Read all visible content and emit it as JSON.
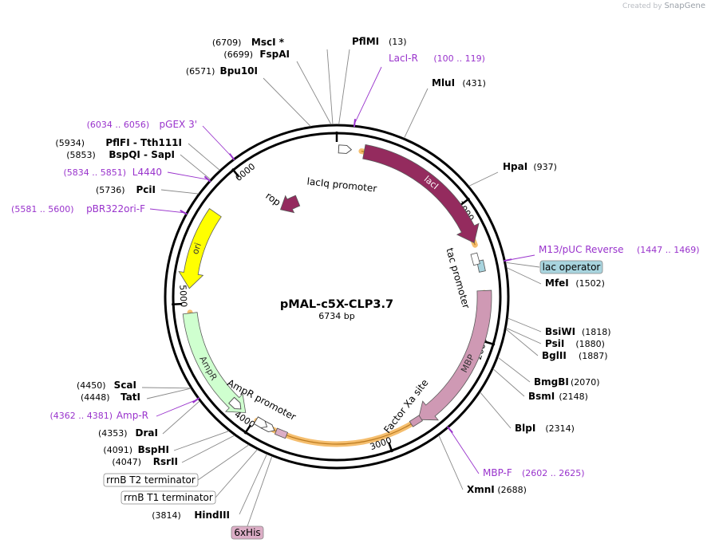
{
  "watermark": {
    "prefix": "Created by",
    "brand": "SnapGene"
  },
  "plasmid": {
    "name": "pMAL-c5X-CLP3.7",
    "size_label": "6734 bp",
    "length": 6734
  },
  "scale_labels": [
    "1000",
    "2000",
    "3000",
    "4000",
    "5000",
    "6000"
  ],
  "features": [
    {
      "name": "lacI",
      "start": 200,
      "end": 1283,
      "dir": 1,
      "color": "#942b5e",
      "highlight": true,
      "label_inside": true,
      "text_color": "#ffffff"
    },
    {
      "name": "MBP",
      "start": 1640,
      "end": 2740,
      "dir": 1,
      "color": "#cf99b4",
      "highlight": false,
      "label_inside": true,
      "text_color": "#333333"
    },
    {
      "name": "AmpR",
      "start": 4080,
      "end": 4930,
      "dir": -1,
      "color": "#cfffcf",
      "highlight": false,
      "label_inside": true,
      "text_color": "#333333"
    },
    {
      "name": "ori",
      "start": 5110,
      "end": 5700,
      "dir": -1,
      "color": "#ffff00",
      "highlight": false,
      "label_inside": true,
      "text_color": "#333333"
    },
    {
      "name": "rop",
      "start": 6120,
      "end": 6320,
      "dir": -1,
      "color": "#942b5e",
      "highlight": false,
      "label_inside": false,
      "text_color": "#333333"
    }
  ],
  "inner_labels": [
    "lacIq promoter",
    "tac promoter",
    "Factor Xa site",
    "AmpR promoter",
    "rop"
  ],
  "highlight_arcs": [
    {
      "start": 180,
      "end": 1300
    },
    {
      "start": 1655,
      "end": 3980
    },
    {
      "start": 4240,
      "end": 4935
    }
  ],
  "sites": [
    {
      "name": "MscI *",
      "pos": "(6709)"
    },
    {
      "name": "FspAI",
      "pos": "(6699)"
    },
    {
      "name": "Bpu10I",
      "pos": "(6571)"
    },
    {
      "name": "PflMI",
      "pos": "(13)"
    },
    {
      "name": "MluI",
      "pos": "(431)"
    },
    {
      "name": "HpaI",
      "pos": "(937)"
    },
    {
      "name": "MfeI",
      "pos": "(1502)"
    },
    {
      "name": "BsiWI",
      "pos": "(1818)"
    },
    {
      "name": "PsiI",
      "pos": "(1880)"
    },
    {
      "name": "BglII",
      "pos": "(1887)"
    },
    {
      "name": "BmgBI",
      "pos": "(2070)"
    },
    {
      "name": "BsmI",
      "pos": "(2148)"
    },
    {
      "name": "BlpI",
      "pos": "(2314)"
    },
    {
      "name": "XmnI",
      "pos": "(2688)"
    },
    {
      "name": "HindIII",
      "pos": "(3814)"
    },
    {
      "name": "RsrII",
      "pos": "(4047)"
    },
    {
      "name": "BspHI",
      "pos": "(4091)"
    },
    {
      "name": "DraI",
      "pos": "(4353)"
    },
    {
      "name": "TatI",
      "pos": "(4448)"
    },
    {
      "name": "ScaI",
      "pos": "(4450)"
    },
    {
      "name": "PciI",
      "pos": "(5736)"
    },
    {
      "name": "BspQI - SapI",
      "pos": "(5853)"
    },
    {
      "name": "PflFI - Tth111I",
      "pos": "(5934)"
    }
  ],
  "primers": [
    {
      "name": "LacI-R",
      "range": "(100 .. 119)"
    },
    {
      "name": "M13/pUC Reverse",
      "range": "(1447 .. 1469)"
    },
    {
      "name": "MBP-F",
      "range": "(2602 .. 2625)"
    },
    {
      "name": "Amp-R",
      "range": "(4362 .. 4381)"
    },
    {
      "name": "pBR322ori-F",
      "range": "(5581 .. 5600)"
    },
    {
      "name": "L4440",
      "range": "(5834 .. 5851)"
    },
    {
      "name": "pGEX 3'",
      "range": "(6034 .. 6056)"
    }
  ],
  "boxed_features": [
    {
      "name": "lac operator",
      "fill": "#a8d4de"
    },
    {
      "name": "rrnB T2 terminator",
      "fill": "#ffffff"
    },
    {
      "name": "rrnB T1 terminator",
      "fill": "#ffffff"
    },
    {
      "name": "6xHis",
      "fill": "#dcaec6"
    }
  ],
  "colors": {
    "primer": "#9933cc",
    "highlight": "#f5be6e",
    "text": "#000000",
    "leader": "#888888"
  }
}
